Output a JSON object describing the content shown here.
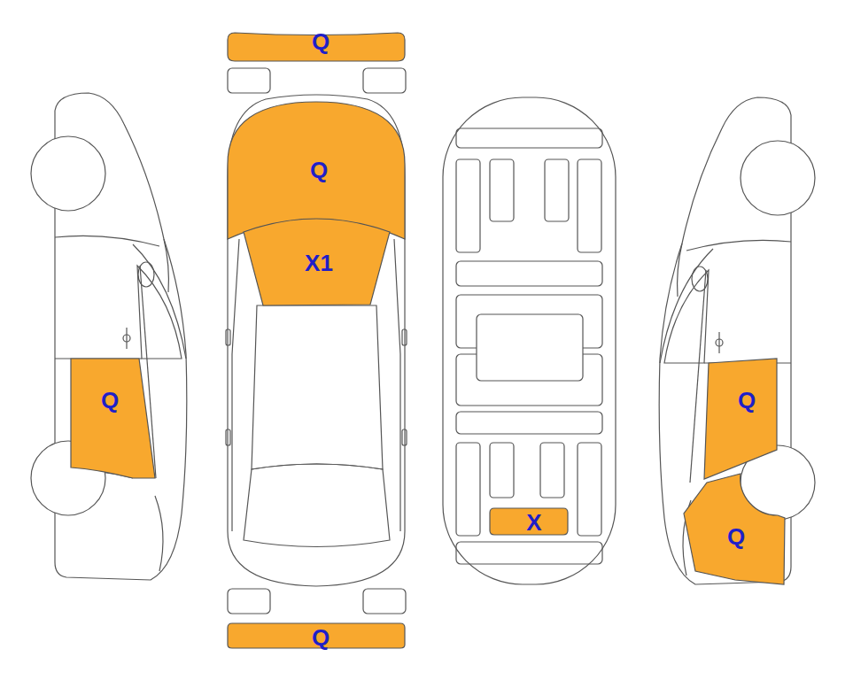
{
  "diagram": {
    "nodes": [
      {
        "text": [
          "Q"
        ]
      },
      {
        "text": [
          "Q"
        ]
      },
      {
        "text": [
          "X1"
        ]
      },
      {
        "text": [
          "Q"
        ]
      },
      {
        "text": [
          "Q"
        ]
      },
      {
        "text": [
          "X"
        ]
      },
      {
        "text": [
          "Q"
        ]
      },
      {
        "text": [
          "Q"
        ]
      }
    ]
  }
}
